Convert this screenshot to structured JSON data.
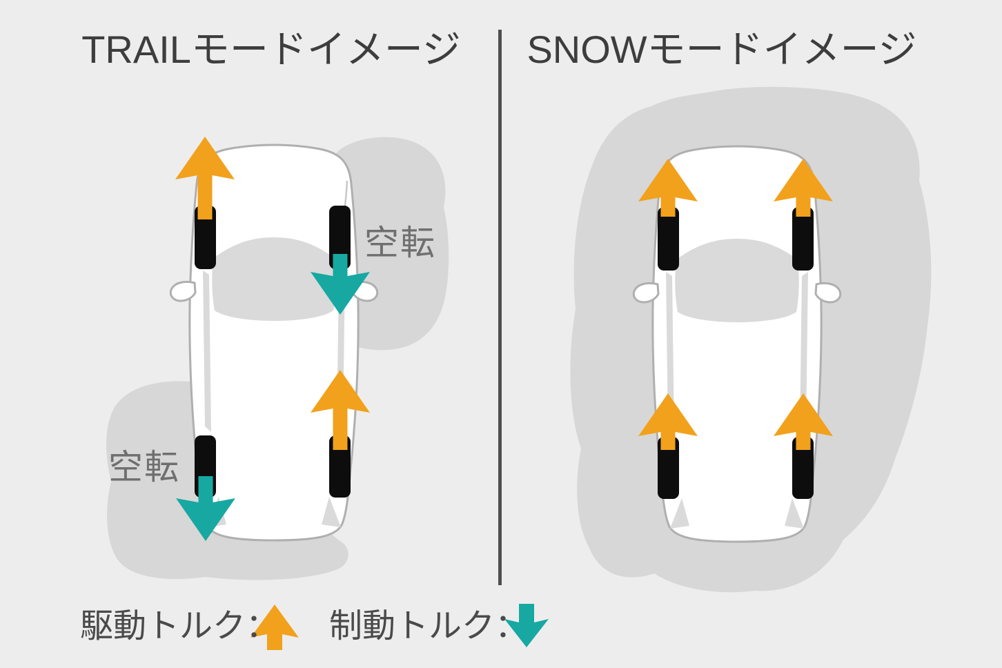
{
  "figure": {
    "panels": [
      {
        "id": "trail",
        "title": "TRAILモードイメージ",
        "slip_label_front_right": "空転",
        "slip_label_rear_left": "空転",
        "wheel_torque": {
          "front_left": "drive",
          "front_right": "brake",
          "rear_left": "brake",
          "rear_right": "drive"
        }
      },
      {
        "id": "snow",
        "title": "SNOWモードイメージ",
        "wheel_torque": {
          "front_left": "drive",
          "front_right": "drive",
          "rear_left": "drive",
          "rear_right": "drive"
        }
      }
    ],
    "legend": {
      "drive_label": "駆動トルク：",
      "drive_type": "drive",
      "drive_icon": "orange-up-arrow",
      "brake_label": "制動トルク：",
      "brake_type": "brake",
      "brake_icon": "teal-down-arrow"
    },
    "colors": {
      "background": "#EDEDED",
      "slippery_patch": "#D7D7D7",
      "car_body": "#FFFFFF",
      "car_outline": "#AFAFAF",
      "window_glass": "#DADADA",
      "wheel": "#0D0D0D",
      "drive_arrow": "#F2A11C",
      "brake_arrow": "#17A8A2",
      "divider": "#4F4F4F",
      "title_text": "#3D3D3D",
      "slip_text": "#6F6F6F",
      "legend_text": "#4A4A4A"
    }
  }
}
